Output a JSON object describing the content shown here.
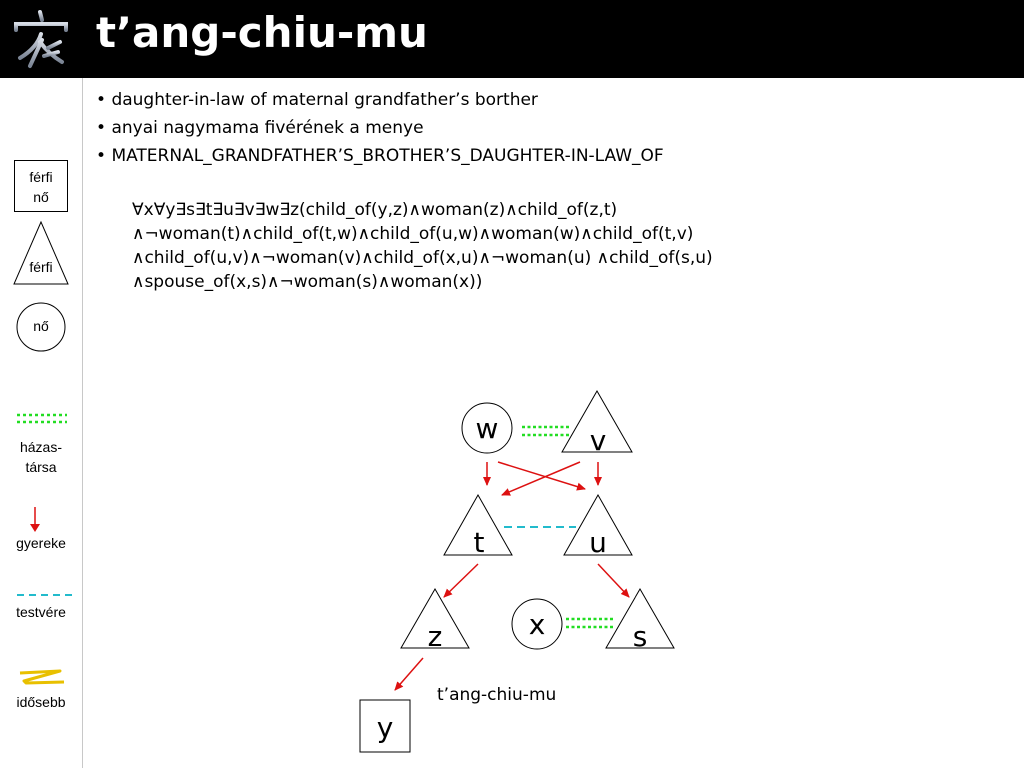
{
  "title": "t’ang-chiu-mu",
  "logo_icon": "kanji-family-icon",
  "legend": {
    "box_line1": "férfi",
    "box_line2": "nő",
    "male": "férfi",
    "female": "nő",
    "spouse": "házas-\ntársa",
    "child": "gyereke",
    "sibling": "testvére",
    "older": "idősebb"
  },
  "bullets": [
    "daughter-in-law of maternal grandfather’s borther",
    "anyai nagymama fivérének a menye",
    "MATERNAL_GRANDFATHER’S_BROTHER’S_DAUGHTER-IN-LAW_OF"
  ],
  "formula": [
    "∀x∀y∃s∃t∃u∃v∃w∃z(child_of(y,z)∧woman(z)∧child_of(z,t)",
    "∧¬woman(t)∧child_of(t,w)∧child_of(u,w)∧woman(w)∧child_of(t,v)",
    "∧child_of(u,v)∧¬woman(v)∧child_of(x,u)∧¬woman(u) ∧child_of(s,u)",
    "∧spouse_of(x,s)∧¬woman(s)∧woman(x))"
  ],
  "nodes": {
    "w": "w",
    "v": "v",
    "t": "t",
    "u": "u",
    "z": "z",
    "x": "x",
    "s": "s",
    "y": "y"
  },
  "caption": "t’ang-chiu-mu",
  "colors": {
    "header_bg": "#000000",
    "spouse_line": "#22dd22",
    "child_arrow": "#dd1111",
    "sibling_line": "#22bbcc",
    "older_mark": "#e8c000"
  }
}
